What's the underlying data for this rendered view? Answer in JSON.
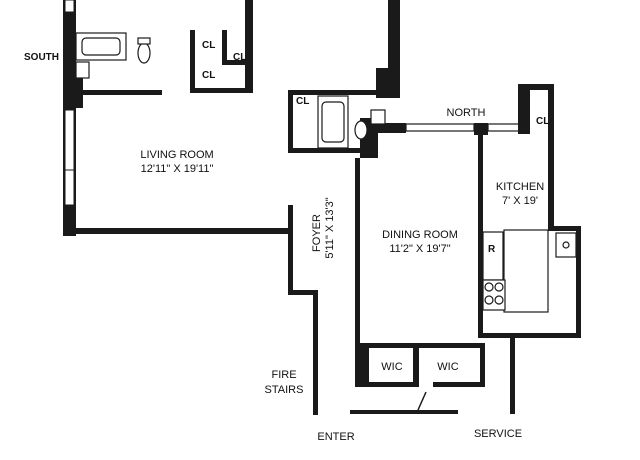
{
  "labels": {
    "south": "SOUTH",
    "north": "NORTH",
    "living_name": "LIVING ROOM",
    "living_dim": "12'11\" X 19'11\"",
    "kitchen_name": "KITCHEN",
    "kitchen_dim": "7' X 19'",
    "dining_name": "DINING ROOM",
    "dining_dim": "11'2\" X 19'7\"",
    "foyer_name": "FOYER",
    "foyer_dim": "5'11\" X 13'3\"",
    "closet": "CL",
    "wic": "WIC",
    "fire": "FIRE",
    "stairs": "STAIRS",
    "enter": "ENTER",
    "service": "SERVICE",
    "refrigerator": "R"
  }
}
